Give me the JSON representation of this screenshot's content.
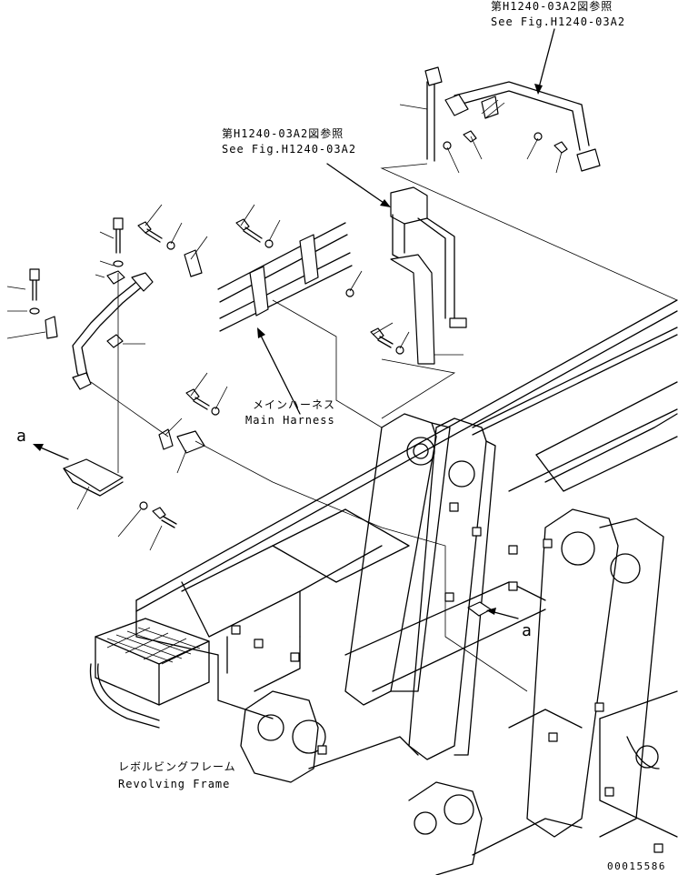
{
  "labels": {
    "ref_top_jp": "第H1240-03A2図参照",
    "ref_top_en": "See Fig.H1240-03A2",
    "ref_mid_jp": "第H1240-03A2図参照",
    "ref_mid_en": "See Fig.H1240-03A2",
    "harness_jp": "メインハーネス",
    "harness_en": "Main Harness",
    "frame_jp": "レボルビングフレーム",
    "frame_en": "Revolving Frame",
    "view_mark_left": "a",
    "view_mark_right": "a",
    "drawing_number": "00015586"
  }
}
